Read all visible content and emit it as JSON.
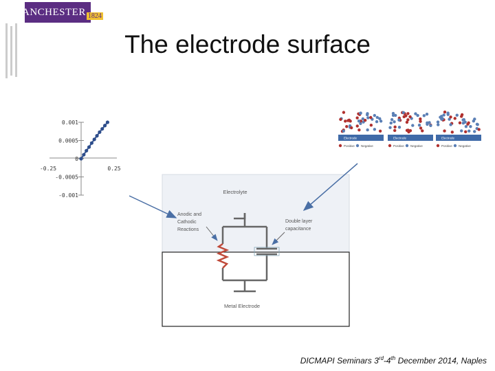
{
  "slide": {
    "title": "The electrode surface",
    "logo": {
      "name": "MANCHESTER",
      "year": "1824"
    },
    "footer": {
      "pre": "DICMAPI Seminars 3",
      "sup1": "rd",
      "mid": "-4",
      "sup2": "th",
      "post": " December 2014, Naples"
    }
  },
  "chart_data": {
    "type": "line",
    "x_tick_labels": [
      "-0.25",
      "0.25"
    ],
    "y_tick_labels": [
      "0.001",
      "0.0005",
      "0",
      "-0.0005",
      "-0.001"
    ],
    "xlim": [
      -0.25,
      0.25
    ],
    "ylim": [
      -0.001,
      0.001
    ],
    "series": [
      {
        "x": [
          0.0,
          0.02,
          0.04,
          0.06,
          0.08,
          0.1,
          0.12,
          0.14,
          0.16,
          0.18,
          0.2
        ],
        "y": [
          0.0,
          0.00011,
          0.00022,
          0.00032,
          0.00043,
          0.00053,
          0.00063,
          0.00073,
          0.00082,
          0.00091,
          0.001
        ]
      }
    ]
  },
  "diagram": {
    "electrolyte_label": "Electrolyte",
    "reactions_label": "Anodic and Cathodic Reactions",
    "capacitance_label": "Double layer capacitance",
    "electrode_label": "Metal Electrode"
  },
  "thumbnails": [
    {
      "box_label": "Electrode",
      "legend_pos": "Positive",
      "legend_neg": "Negative"
    },
    {
      "box_label": "Electrode",
      "legend_pos": "Positive",
      "legend_neg": "Negative"
    },
    {
      "box_label": "Electrode",
      "legend_pos": "Positive",
      "legend_neg": "Negative"
    }
  ],
  "colors": {
    "logo": "#5b2d82",
    "arrow": "#4a6fa5",
    "line": "#2e4e8c"
  }
}
